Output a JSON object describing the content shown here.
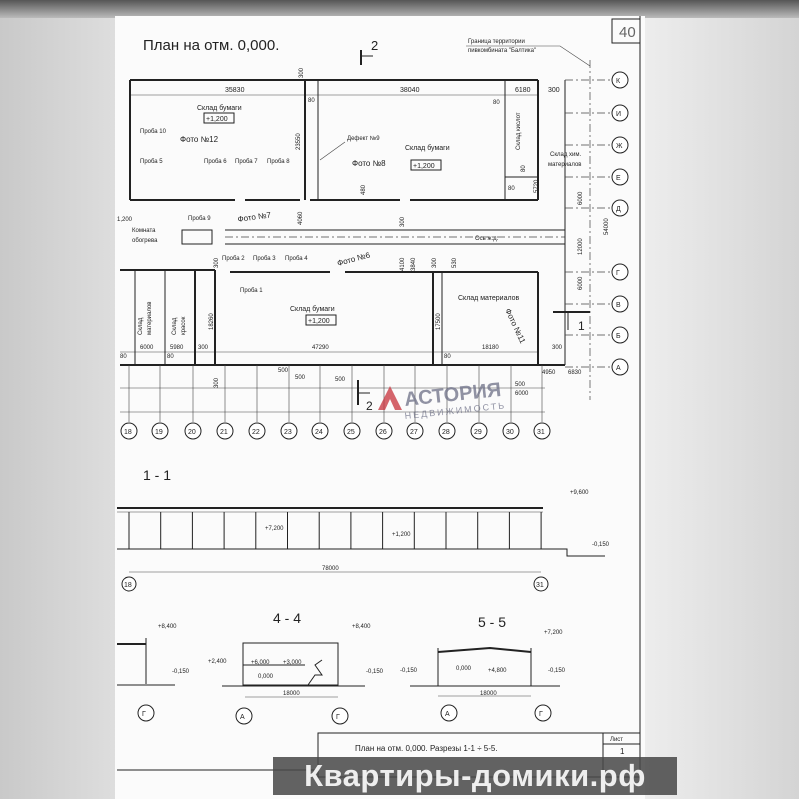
{
  "sheet_number_corner": "40",
  "plan": {
    "title": "План на отм. 0,000.",
    "section_mark_top": "2",
    "section_mark_bottom": "2",
    "section_mark_right": "1",
    "boundary_note": [
      "Граница территории",
      "пивкомбината \"Балтика\""
    ],
    "dims_top": [
      "35830",
      "38040",
      "6180",
      "300"
    ],
    "dims_misc": [
      "300",
      "80",
      "80",
      "23550",
      "480",
      "5720",
      "80",
      "6000",
      "54000",
      "12000",
      "6000",
      "300",
      "4060",
      "300",
      "4100",
      "3840",
      "300",
      "530",
      "300",
      "18260",
      "17500",
      "6000",
      "5980",
      "300",
      "47290",
      "18180",
      "300",
      "80",
      "80",
      "80",
      "80",
      "300",
      "500",
      "500",
      "500",
      "6000",
      "4950",
      "6830",
      "1,200",
      "500"
    ],
    "rooms": {
      "paper_store_1": "Склад бумаги",
      "paper_store_2": "Склад бумаги",
      "paper_store_3": "Склад бумаги",
      "acid_store": "Склад кислот",
      "chem_store": [
        "Склад хим.",
        "материалов"
      ],
      "heating_room": [
        "Комната",
        "обогрева"
      ],
      "materials_store": "Склад материалов",
      "materials_store_small": [
        "Склад",
        "материалов"
      ],
      "paint_store": [
        "Склад",
        "красок"
      ],
      "rail_axis": "Ось ж.д."
    },
    "levels": [
      "+1,200",
      "+1,200",
      "+1,200"
    ],
    "notes": {
      "photo12": "Фото №12",
      "photo8": "Фото №8",
      "photo7": "Фото №7",
      "photo6": "Фото №6",
      "photo11": "Фото №11",
      "defect9": "Дефект №9",
      "probe10": "Проба 10",
      "probe5": "Проба 5",
      "probe6": "Проба 6",
      "probe7": "Проба 7",
      "probe8": "Проба 8",
      "probe9": "Проба 9",
      "probe1": "Проба 1",
      "probe2": "Проба 2",
      "probe3": "Проба 3",
      "probe4": "Проба 4"
    },
    "row_axes": [
      "К",
      "И",
      "Ж",
      "Е",
      "Д",
      "Г",
      "В",
      "Б",
      "А"
    ],
    "column_axes": [
      "18",
      "19",
      "20",
      "21",
      "22",
      "23",
      "24",
      "25",
      "26",
      "27",
      "28",
      "29",
      "30",
      "31"
    ]
  },
  "section_1_1": {
    "title": "1 - 1",
    "levels": [
      "+9,600",
      "+7,200",
      "+1,200",
      "-0,150"
    ],
    "span": "78000",
    "axes": [
      "18",
      "31"
    ]
  },
  "section_3_partial": {
    "levels": [
      "+8,400",
      "-0,150"
    ],
    "axis": "Г"
  },
  "section_4_4": {
    "title": "4 - 4",
    "levels": [
      "+8,400",
      "+2,400",
      "+6,000",
      "+3,000",
      "0,000",
      "-0,150"
    ],
    "span": "18000",
    "axes": [
      "А",
      "Г"
    ]
  },
  "section_5_5": {
    "title": "5 - 5",
    "levels": [
      "+7,200",
      "-0,150",
      "0,000",
      "+4,800",
      "-0,150"
    ],
    "span": "18000",
    "axes": [
      "А",
      "Г"
    ]
  },
  "title_block": {
    "caption": "План на отм. 0,000. Разрезы 1-1 ÷ 5-5.",
    "sheet_label": "Лист",
    "sheet_value": "1"
  },
  "watermarks": {
    "astoria": "АСТОРИЯ",
    "astoria_sub": "НЕДВИЖИМОСТЬ",
    "site": "Квартиры-домики.рф"
  },
  "colors": {
    "watermark_red": "#c8323c",
    "watermark_green": "#7cc242"
  }
}
